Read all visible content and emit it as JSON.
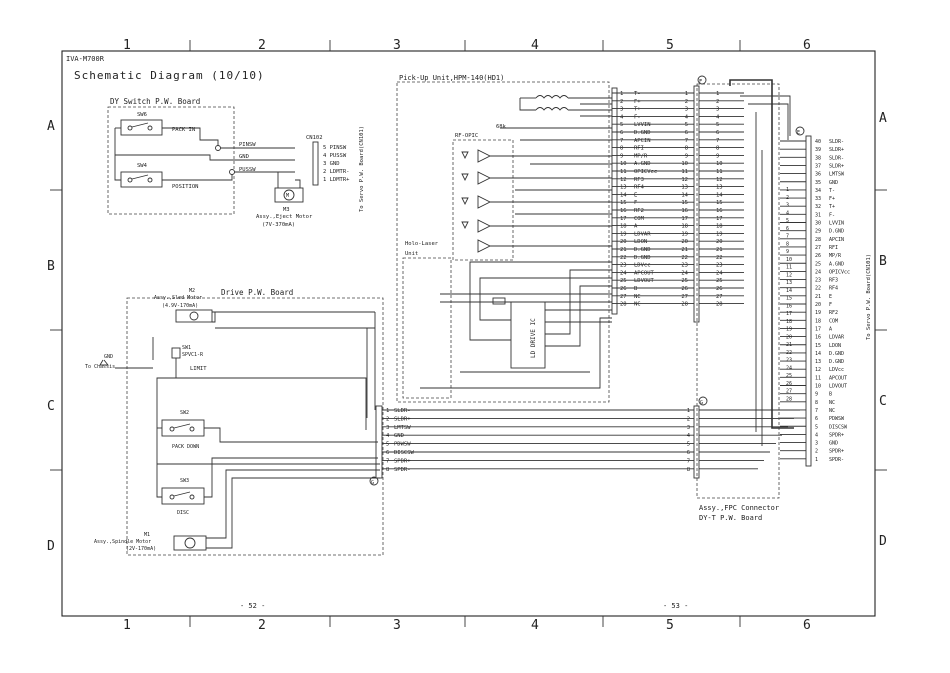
{
  "border": {
    "columns": [
      "1",
      "2",
      "3",
      "4",
      "5",
      "6"
    ],
    "rows": [
      "A",
      "B",
      "C",
      "D"
    ]
  },
  "header": {
    "model": "IVA-M700R",
    "title": "Schematic Diagram (10/10)"
  },
  "dy_switch": {
    "label": "DY Switch P.W. Board",
    "sw6": "SW6",
    "sw4": "SW4",
    "pack_in": "PACK IN",
    "position": "POSITION",
    "pinsw": "PINSW",
    "gnd": "GND",
    "pussw": "PUSSW"
  },
  "cn102": {
    "label": "CN102",
    "pins": [
      {
        "n": "5",
        "name": "PINSW"
      },
      {
        "n": "4",
        "name": "PUSSW"
      },
      {
        "n": "3",
        "name": "GND"
      },
      {
        "n": "2",
        "name": "LDMTR-"
      },
      {
        "n": "1",
        "name": "LDMTR+"
      }
    ],
    "to_label": "To Servo P.W. Board(CN101)"
  },
  "m3": {
    "ref": "M3",
    "name": "Assy.,Eject Motor",
    "spec": "(7V-370mA)"
  },
  "pickup": {
    "label": "Pick-Up Unit,HPM-140(HD1)",
    "rf_opic": "RF-OPIC",
    "holo_laser": "Holo-Laser",
    "unit": "Unit",
    "ld_drive": "LD DRIVE IC",
    "vr": "68k",
    "pins": [
      {
        "n": "1",
        "name": "T-"
      },
      {
        "n": "2",
        "name": "F+"
      },
      {
        "n": "3",
        "name": "T+"
      },
      {
        "n": "4",
        "name": "F-"
      },
      {
        "n": "5",
        "name": "LVVIN"
      },
      {
        "n": "6",
        "name": "D.GND"
      },
      {
        "n": "7",
        "name": "APCIN"
      },
      {
        "n": "8",
        "name": "RFI"
      },
      {
        "n": "9",
        "name": "MP/R"
      },
      {
        "n": "10",
        "name": "A.GND"
      },
      {
        "n": "11",
        "name": "OPICVcc"
      },
      {
        "n": "12",
        "name": "RF3"
      },
      {
        "n": "13",
        "name": "RF4"
      },
      {
        "n": "14",
        "name": "E"
      },
      {
        "n": "15",
        "name": "F"
      },
      {
        "n": "16",
        "name": "RF2"
      },
      {
        "n": "17",
        "name": "COM"
      },
      {
        "n": "18",
        "name": "A"
      },
      {
        "n": "19",
        "name": "LDVAR"
      },
      {
        "n": "20",
        "name": "LDON"
      },
      {
        "n": "21",
        "name": "D.GND"
      },
      {
        "n": "22",
        "name": "D.GND"
      },
      {
        "n": "23",
        "name": "LDVcc"
      },
      {
        "n": "24",
        "name": "APCOUT"
      },
      {
        "n": "25",
        "name": "LDVOUT"
      },
      {
        "n": "26",
        "name": "B"
      },
      {
        "n": "27",
        "name": "NC"
      },
      {
        "n": "28",
        "name": "NC"
      }
    ]
  },
  "drive_board": {
    "label": "Drive P.W. Board",
    "m2_ref": "M2",
    "m2_name": "Assy.,Sled Motor",
    "m2_spec": "(4.9V-170mA)",
    "sw1": "SW1",
    "sw1_part": "SPVC1-R",
    "limit": "LIMIT",
    "gnd": "GND",
    "to_chassis": "To Chassis",
    "sw2": "SW2",
    "pack_down": "PACK DOWN",
    "sw3": "SW3",
    "disc": "DISC",
    "m1_ref": "M1",
    "m1_name": "Assy.,Spindle Motor",
    "m1_spec": "(2V-170mA)",
    "conn_g": "G",
    "pins": [
      {
        "n": "1",
        "name": "SLDR-"
      },
      {
        "n": "2",
        "name": "SLDR+"
      },
      {
        "n": "3",
        "name": "LMTSW"
      },
      {
        "n": "4",
        "name": "GND"
      },
      {
        "n": "5",
        "name": "PDWSW"
      },
      {
        "n": "6",
        "name": "DISCSW"
      },
      {
        "n": "7",
        "name": "SPDR+"
      },
      {
        "n": "8",
        "name": "SPDR-"
      }
    ]
  },
  "fpc": {
    "label1": "Assy.,FPC Connector",
    "label2": "DY-T P.W. Board",
    "conn_f": "F",
    "conn_e": "E",
    "conn_g": "G",
    "to_label": "To Servo P.W. Board(CN101)",
    "e_pins": [
      {
        "n": "40",
        "name": "SLDR-"
      },
      {
        "n": "39",
        "name": "SLDR+"
      },
      {
        "n": "38",
        "name": "SLDR-"
      },
      {
        "n": "37",
        "name": "SLDR+"
      },
      {
        "n": "36",
        "name": "LMTSW"
      },
      {
        "n": "35",
        "name": "GND"
      },
      {
        "n": "34",
        "name": "T-"
      },
      {
        "n": "33",
        "name": "F+"
      },
      {
        "n": "32",
        "name": "T+"
      },
      {
        "n": "31",
        "name": "F-"
      },
      {
        "n": "30",
        "name": "LVVIN"
      },
      {
        "n": "29",
        "name": "D.GND"
      },
      {
        "n": "28",
        "name": "APCIN"
      },
      {
        "n": "27",
        "name": "RFI"
      },
      {
        "n": "26",
        "name": "MP/R"
      },
      {
        "n": "25",
        "name": "A.GND"
      },
      {
        "n": "24",
        "name": "OPICVcc"
      },
      {
        "n": "23",
        "name": "RF3"
      },
      {
        "n": "22",
        "name": "RF4"
      },
      {
        "n": "21",
        "name": "E"
      },
      {
        "n": "20",
        "name": "F"
      },
      {
        "n": "19",
        "name": "RF2"
      },
      {
        "n": "18",
        "name": "COM"
      },
      {
        "n": "17",
        "name": "A"
      },
      {
        "n": "16",
        "name": "LDVAR"
      },
      {
        "n": "15",
        "name": "LDON"
      },
      {
        "n": "14",
        "name": "D.GND"
      },
      {
        "n": "13",
        "name": "D.GND"
      },
      {
        "n": "12",
        "name": "LDVcc"
      },
      {
        "n": "11",
        "name": "APCOUT"
      },
      {
        "n": "10",
        "name": "LDVOUT"
      },
      {
        "n": "9",
        "name": "B"
      },
      {
        "n": "8",
        "name": "NC"
      },
      {
        "n": "7",
        "name": "NC"
      },
      {
        "n": "6",
        "name": "PDWSW"
      },
      {
        "n": "5",
        "name": "DISCSW"
      },
      {
        "n": "4",
        "name": "SPDR+"
      },
      {
        "n": "3",
        "name": "GND"
      },
      {
        "n": "2",
        "name": "SPDR+"
      },
      {
        "n": "1",
        "name": "SPDR-"
      }
    ],
    "e_mid": [
      "1",
      "2",
      "3",
      "4",
      "5",
      "6",
      "7",
      "8",
      "9",
      "10",
      "11",
      "12",
      "13",
      "14",
      "15",
      "16",
      "17",
      "18",
      "19",
      "20",
      "21",
      "22",
      "23",
      "24",
      "25",
      "26",
      "27",
      "28"
    ]
  },
  "page_numbers": {
    "left": "- 52 -",
    "right": "- 53 -"
  }
}
